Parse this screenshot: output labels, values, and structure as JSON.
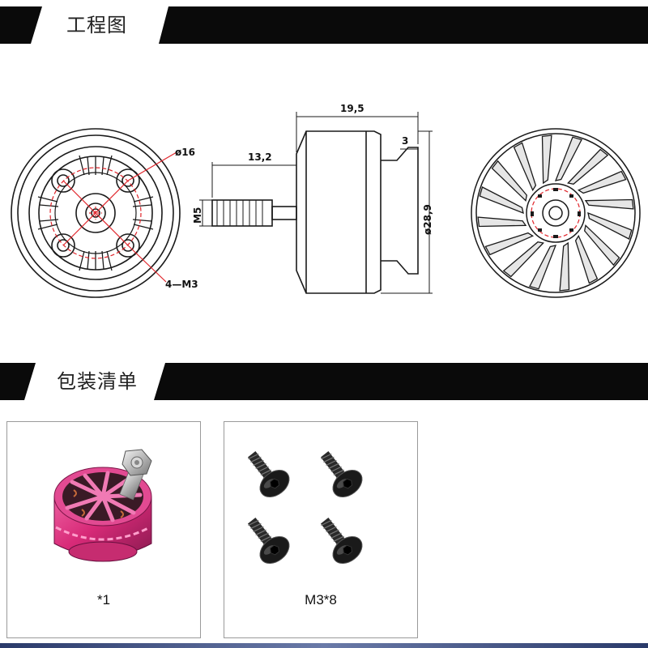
{
  "sections": {
    "engineering": {
      "title": "工程图"
    },
    "packing": {
      "title": "包装清单"
    }
  },
  "drawing": {
    "labels": {
      "diameter16": "ø16",
      "mount": "4—M3",
      "length": "19,5",
      "shaft": "13,2",
      "thread": "M5",
      "base": "3",
      "diameter": "ø28,9"
    }
  },
  "packing_list": [
    {
      "item": "motor",
      "label": "*1"
    },
    {
      "item": "screws",
      "label": "M3*8"
    }
  ],
  "colors": {
    "bar": "#0a0a0a",
    "dimension_red": "#e0242a",
    "line": "#1a1a1a",
    "motor_pink": "#e0307e",
    "screw": "#1a1a1a"
  }
}
